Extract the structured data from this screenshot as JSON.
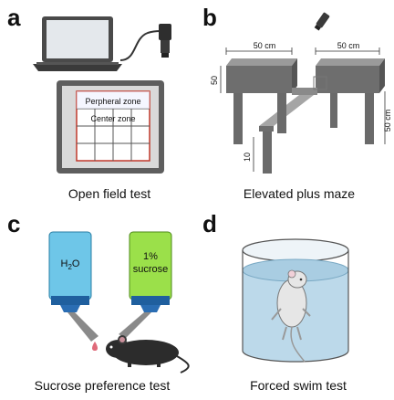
{
  "panels": {
    "a": {
      "letter": "a",
      "caption": "Open field test",
      "peripheral_label": "Perpheral zone",
      "center_label": "Center zone"
    },
    "b": {
      "letter": "b",
      "caption": "Elevated plus maze",
      "dim_top_left": "50 cm",
      "dim_top_right": "50 cm",
      "dim_left": "50",
      "dim_right": "50 cm",
      "dim_leg": "10"
    },
    "c": {
      "letter": "c",
      "caption": "Sucrose preference test",
      "bottle_left_label": "H2O",
      "bottle_right_line1": "1%",
      "bottle_right_line2": "sucrose"
    },
    "d": {
      "letter": "d",
      "caption": "Forced swim test"
    }
  },
  "colors": {
    "grey_dark": "#5a5a5a",
    "grey_mid": "#8a8a8a",
    "grey_light": "#b8b8b8",
    "blue_bottle": "#6ec6e8",
    "green_bottle": "#9be04a",
    "water": "#bcd9ea",
    "zone_red": "#c0392b"
  }
}
